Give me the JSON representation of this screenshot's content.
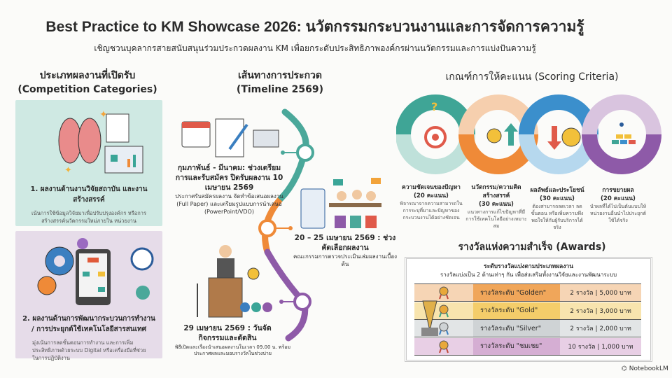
{
  "header": {
    "title": "Best Practice to KM Showcase 2026: นวัตกรรมกระบวนงานและการจัดการความรู้",
    "subtitle": "เชิญชวนบุคลากรสายสนับสนุนร่วมประกวดผลงาน  KM เพื่อยกระดับประสิทธิภาพองค์กรผ่านนวัตกรรมและการแบ่งปันความรู้"
  },
  "categories": {
    "heading_th": "ประเภทผลงานที่เปิดรับ",
    "heading_en": "(Competition Categories)",
    "items": [
      {
        "title": "1. ผลงานด้านงานวิจัยสถาบัน และงานสร้างสรรค์",
        "desc": "เน้นการใช้ข้อมูลวิจัยมาเพื่อปรับปรุงองค์กร หรือการสร้างสรรค์นวัตกรรมใหม่ภายใน หน่วยงาน",
        "color": "#cfe9e3"
      },
      {
        "title": "2. ผลงานด้านการพัฒนากระบวนการทำงาน / การประยุกต์ใช้เทคโนโลยีสารสนเทศ",
        "desc": "มุ่งเน้นการลดขั้นตอนการทำงาน และการเพิ่มประสิทธิภาพด้วยระบบ Digital หรือเครื่องมือที่ช่วยในการปฏิบัติงาน",
        "color": "#e6dce9"
      }
    ]
  },
  "timeline": {
    "heading_th": "เส้นทางการประกวด",
    "heading_en": "(Timeline 2569)",
    "steps": [
      {
        "title": "กุมภาพันธ์ - มีนาคม: ช่วงเตรียมการและรับสมัคร ปิดรับผลงาน 10 เมษายน 2569",
        "desc": "ประกาศรับสมัครผลงาน จัดทำข้อเสนอผลงาน (Full Paper) และเตรียมรูปแบบการนำเสนอ (PowerPoint/VDO)",
        "color": "#4aa89a"
      },
      {
        "title": "20 – 25 เมษายน 2569 : ช่วงคัดเลือกผลงาน",
        "desc": "คณะกรรมการตรวจประเมินเล่มผลงานเบื้องต้น",
        "color": "#ef8a38"
      },
      {
        "title": "29 เมษายน 2569 : วันจัดกิจกรรมและตัดสิน",
        "desc": "พิธีเปิดและเรื่องนำเสนอผลงานในเวลา 09.00 น. พร้อมประกาศผลและมอบรางวัลในช่วงบ่าย",
        "color": "#8e5aa8"
      }
    ]
  },
  "scoring": {
    "heading": "เกณฑ์การให้คะแนน (Scoring Criteria)",
    "items": [
      {
        "title": "ความชัดเจนของปัญหา",
        "points": "(20 คะแนน)",
        "desc": "พิจารณาจากความสามารถในการระบุที่มาและปัญหาของกระบวนงานได้อย่างชัดเจน",
        "color": "#3fa596"
      },
      {
        "title": "นวัตกรรม/ความคิดสร้างสรรค์",
        "points": "(30 คะแนน)",
        "desc": "แนวทางการแก้ไขปัญหาที่มีการใช้เทคโนโลยีอย่างเหมาะสม",
        "color": "#ef8a38"
      },
      {
        "title": "ผลลัพธ์และประโยชน์",
        "points": "(30 คะแนน)",
        "desc": "ต้องสามารถลดเวลา ลดขั้นตอน หรือเพิ่มความพึงพอใจให้กับผู้รับบริการได้จริง",
        "color": "#3b8fcc"
      },
      {
        "title": "การขยายผล",
        "points": "(20 คะแนน)",
        "desc": "นำผลที่ได้ไปเป็นต้นแบบให้หน่วยงานอื่นนำไปประยุกต์ใช้ได้จริง",
        "color": "#8e5aa8"
      }
    ]
  },
  "awards": {
    "heading": "รางวัลแห่งความสำเร็จ (Awards)",
    "subheading": "ระดับรางวัลแบ่งตามประเภทผลงาน",
    "note": "รางวัลแบ่งเป็น 2 ด้านเท่าๆ กัน เพื่อส่งเสริมทั้งงานวิจัยและงานพัฒนาระบบ",
    "rows": [
      {
        "label": "รางวัลระดับ \"Golden\"",
        "prize": "2 รางวัล  | 5,000 บาท",
        "color": "#f0a65a",
        "light": "#f6d5b5"
      },
      {
        "label": "รางวัลระดับ \"Gold\"",
        "prize": "2 รางวัล | 3,000 บาท",
        "color": "#f4cd6a",
        "light": "#f8e4ae"
      },
      {
        "label": "รางวัลระดับ \"Silver\"",
        "prize": "2 รางวัล | 2,000 บาท",
        "color": "#cfd3d5",
        "light": "#e2e5e6"
      },
      {
        "label": "รางวัลระดับ \"ชมเชย\"",
        "prize": "10 รางวัล  | 1,000 บาท",
        "color": "#d5aed3",
        "light": "#e8cfe5"
      }
    ]
  },
  "footer": {
    "brand": "NotebookLM"
  }
}
